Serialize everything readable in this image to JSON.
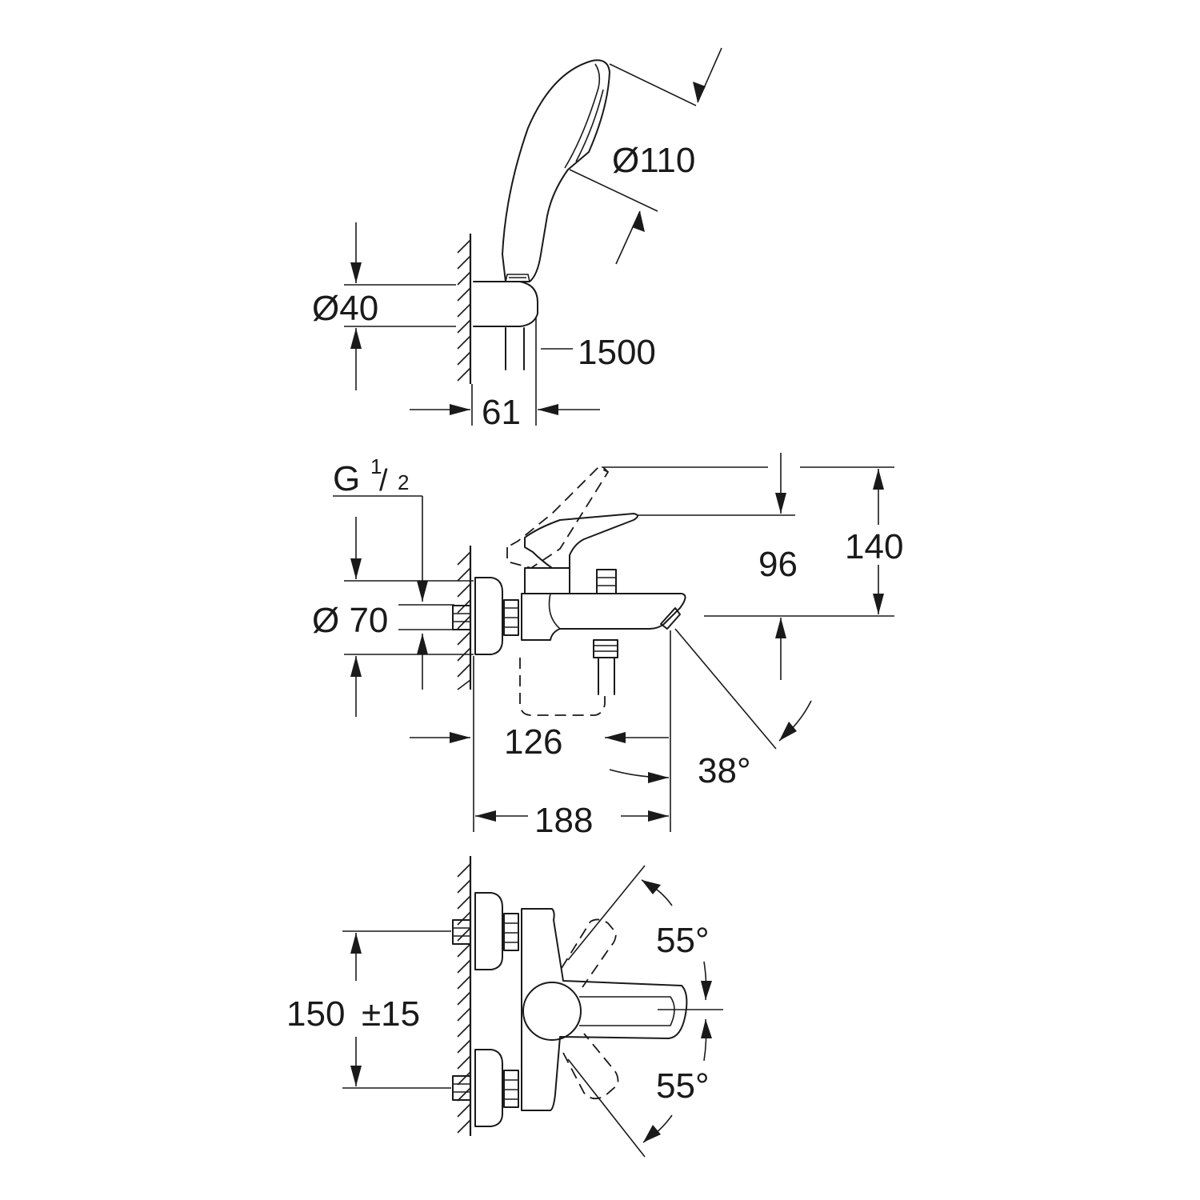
{
  "top_view": {
    "dims": {
      "head_diameter": "Ø110",
      "holder_diameter": "Ø40",
      "hose_length": "1500",
      "holder_projection": "61"
    }
  },
  "middle_view": {
    "dims": {
      "thread_main": "G",
      "thread_num": "1",
      "thread_den": "2",
      "escutcheon_diameter": "Ø 70",
      "spout_height": "96",
      "total_height": "140",
      "outlet_to_wall": "126",
      "total_depth": "188",
      "spout_angle": "38°"
    }
  },
  "bottom_view": {
    "dims": {
      "center_distance": "150",
      "center_tolerance": "±15",
      "lever_angle_up": "55°",
      "lever_angle_down": "55°"
    }
  }
}
